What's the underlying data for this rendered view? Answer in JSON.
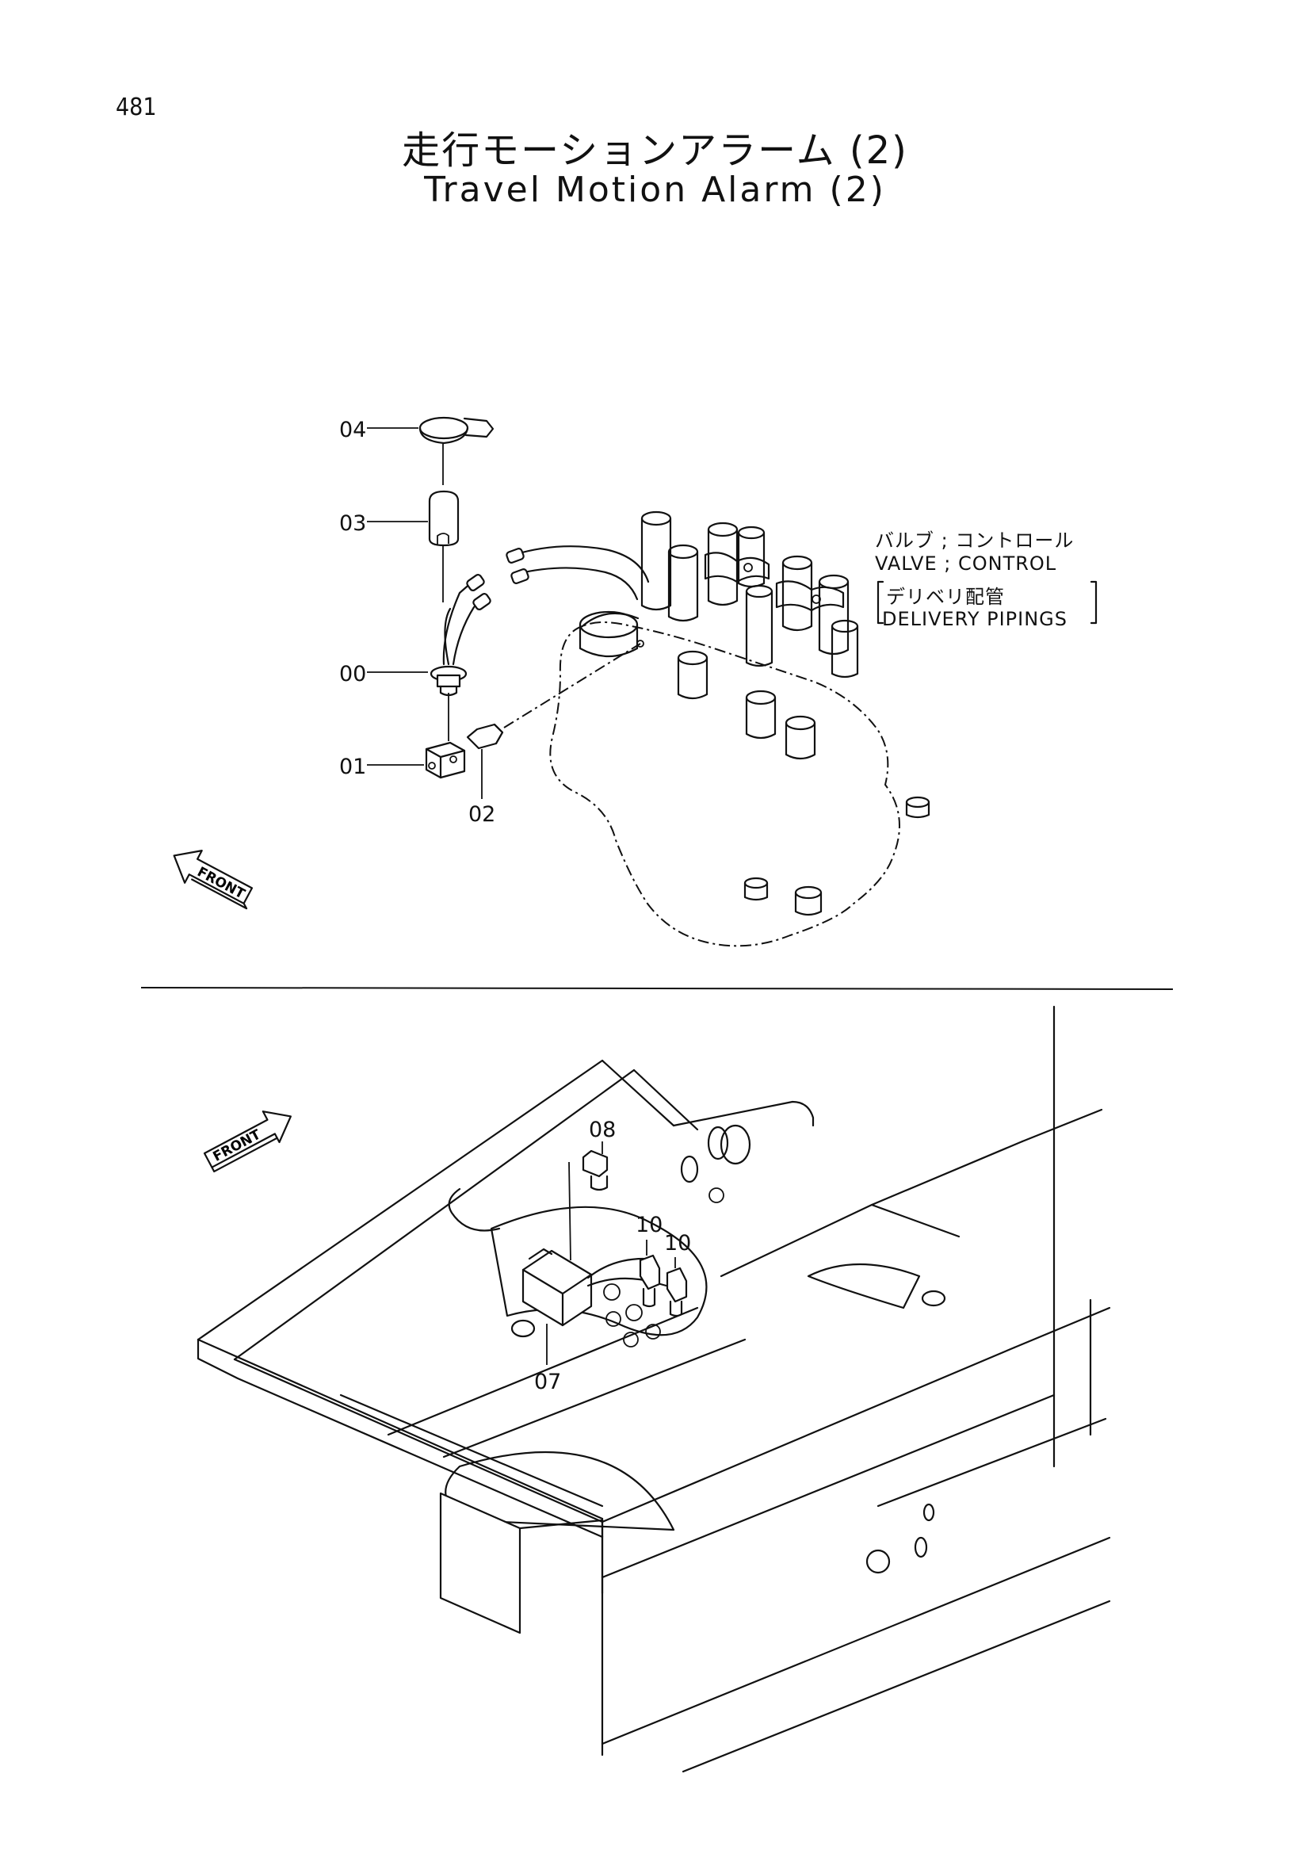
{
  "page_number": "481",
  "title_jp": "走行モーションアラーム (2)",
  "title_en": "Travel Motion Alarm (2)",
  "front_label": "FRONT",
  "upper_view": {
    "callouts": [
      "04",
      "03",
      "00",
      "01",
      "02"
    ],
    "annotation": {
      "line1": "バルブ ; コントロール",
      "line2": "VALVE ; CONTROL",
      "line3": "デリベリ配管",
      "line4": "DELIVERY PIPINGS"
    }
  },
  "lower_view": {
    "callouts": [
      "08",
      "10",
      "10",
      "07"
    ]
  }
}
